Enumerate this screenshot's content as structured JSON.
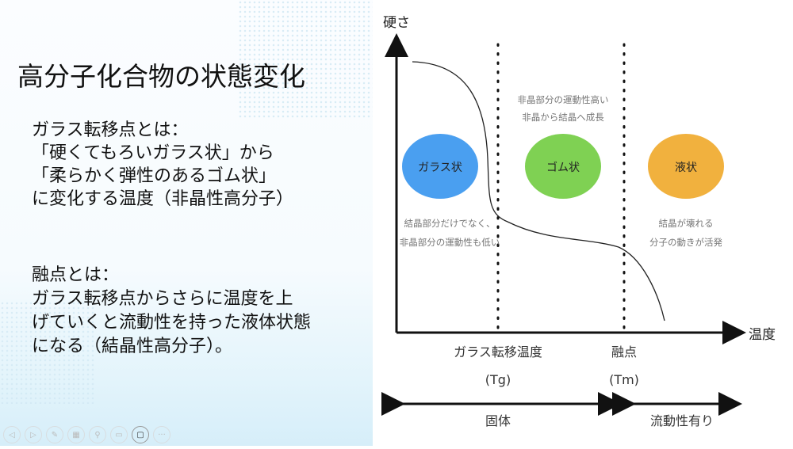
{
  "slide": {
    "title": "高分子化合物の状態変化",
    "glass_transition": [
      "ガラス転移点とは：",
      "「硬くてもろいガラス状」から",
      "「柔らかく弾性のあるゴム状」",
      "に変化する温度（非晶性高分子）"
    ],
    "melting": [
      "融点とは：",
      "ガラス転移点からさらに温度を上",
      "げていくと流動性を持った液体状態",
      "になる（結晶性高分子）。"
    ]
  },
  "diagram": {
    "y_axis": "硬さ",
    "x_axis": "温度",
    "tg_label": "ガラス転移温度",
    "tg_abbr": "(Tg)",
    "tm_label": "融点",
    "tm_abbr": "(Tm)",
    "states": [
      {
        "label": "ガラス状",
        "color": "#4a9ff0",
        "note": [
          "結晶部分だけでなく、",
          "非晶部分の運動性も低い"
        ]
      },
      {
        "label": "ゴム状",
        "color": "#7fd153",
        "note": [
          "非晶部分の運動性高い",
          "非晶から結晶へ成長"
        ]
      },
      {
        "label": "液状",
        "color": "#f1b13e",
        "note": [
          "結晶が壊れる",
          "分子の動きが活発"
        ]
      }
    ],
    "solid": "固体",
    "fluid": "流動性有り"
  },
  "toolbar": [
    "previous-icon",
    "next-icon",
    "pen-icon",
    "grid-icon",
    "zoom-icon",
    "subtitle-icon",
    "camera-icon",
    "more-icon"
  ]
}
